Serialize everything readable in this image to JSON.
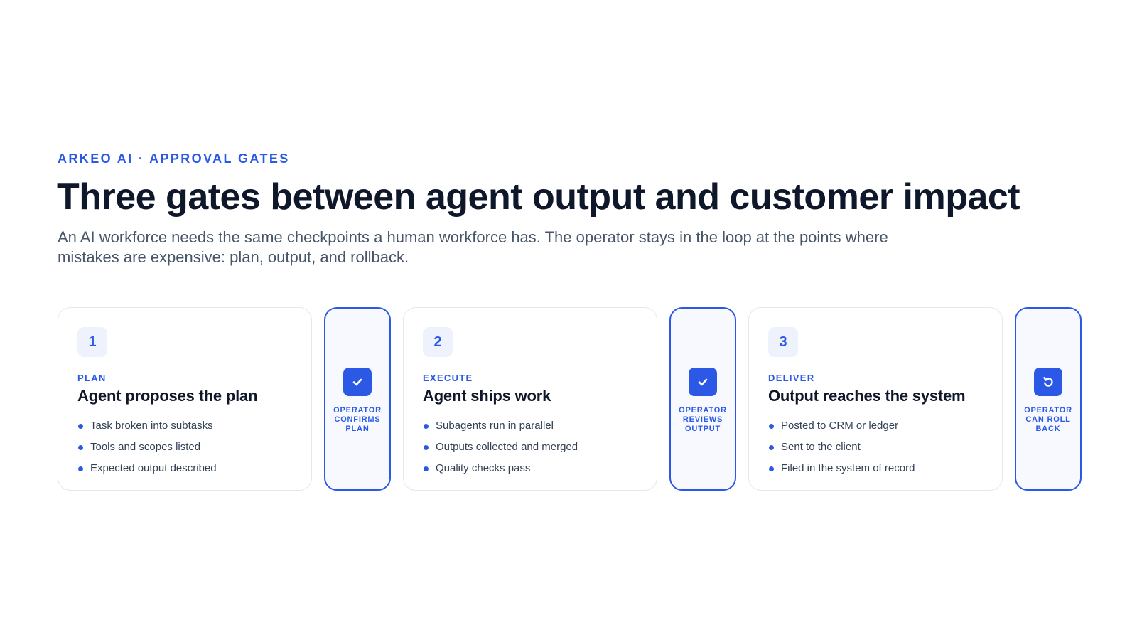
{
  "header": {
    "eyebrow": "ARKEO AI · APPROVAL GATES",
    "title": "Three gates between agent output and customer impact",
    "subtitle": "An AI workforce needs the same checkpoints a human workforce has. The operator stays in the loop at the points where mistakes are expensive: plan, output, and rollback."
  },
  "steps": [
    {
      "number": "1",
      "stage": "PLAN",
      "title": "Agent proposes the plan",
      "bullets": [
        "Task broken into subtasks",
        "Tools and scopes listed",
        "Expected output described"
      ]
    },
    {
      "number": "2",
      "stage": "EXECUTE",
      "title": "Agent ships work",
      "bullets": [
        "Subagents run in parallel",
        "Outputs collected and merged",
        "Quality checks pass"
      ]
    },
    {
      "number": "3",
      "stage": "DELIVER",
      "title": "Output reaches the system",
      "bullets": [
        "Posted to CRM or ledger",
        "Sent to the client",
        "Filed in the system of record"
      ]
    }
  ],
  "gates": [
    {
      "icon": "check-icon",
      "label": "OPERATOR CONFIRMS PLAN"
    },
    {
      "icon": "check-icon",
      "label": "OPERATOR REVIEWS OUTPUT"
    },
    {
      "icon": "undo-icon",
      "label": "OPERATOR CAN ROLL BACK"
    }
  ],
  "colors": {
    "accent": "#2b59e6",
    "title": "#0f172a",
    "body": "#475569",
    "card_border": "#e2e8f0",
    "badge_bg": "#eef2fd"
  }
}
